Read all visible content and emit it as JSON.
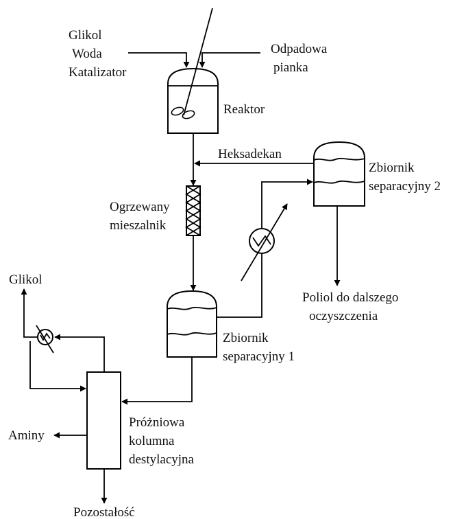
{
  "diagram": {
    "feeds": {
      "line1": "Glikol",
      "line2": "Woda",
      "line3": "Katalizator"
    },
    "waste_foam": {
      "line1": "Odpadowa",
      "line2": "pianka"
    },
    "reactor": "Reaktor",
    "hexadecane": "Heksadekan",
    "tank2": {
      "line1": "Zbiornik",
      "line2": "separacyjny 2"
    },
    "mixer": {
      "line1": "Ogrzewany",
      "line2": "mieszalnik"
    },
    "polyol": {
      "line1": "Poliol do dalszego",
      "line2": "oczyszczenia"
    },
    "glycol_out": "Glikol",
    "tank1": {
      "line1": "Zbiornik",
      "line2": "separacyjny 1"
    },
    "column": {
      "line1": "Próżniowa",
      "line2": "kolumna",
      "line3": "destylacyjna"
    },
    "amines": "Aminy",
    "residue": "Pozostałość"
  }
}
